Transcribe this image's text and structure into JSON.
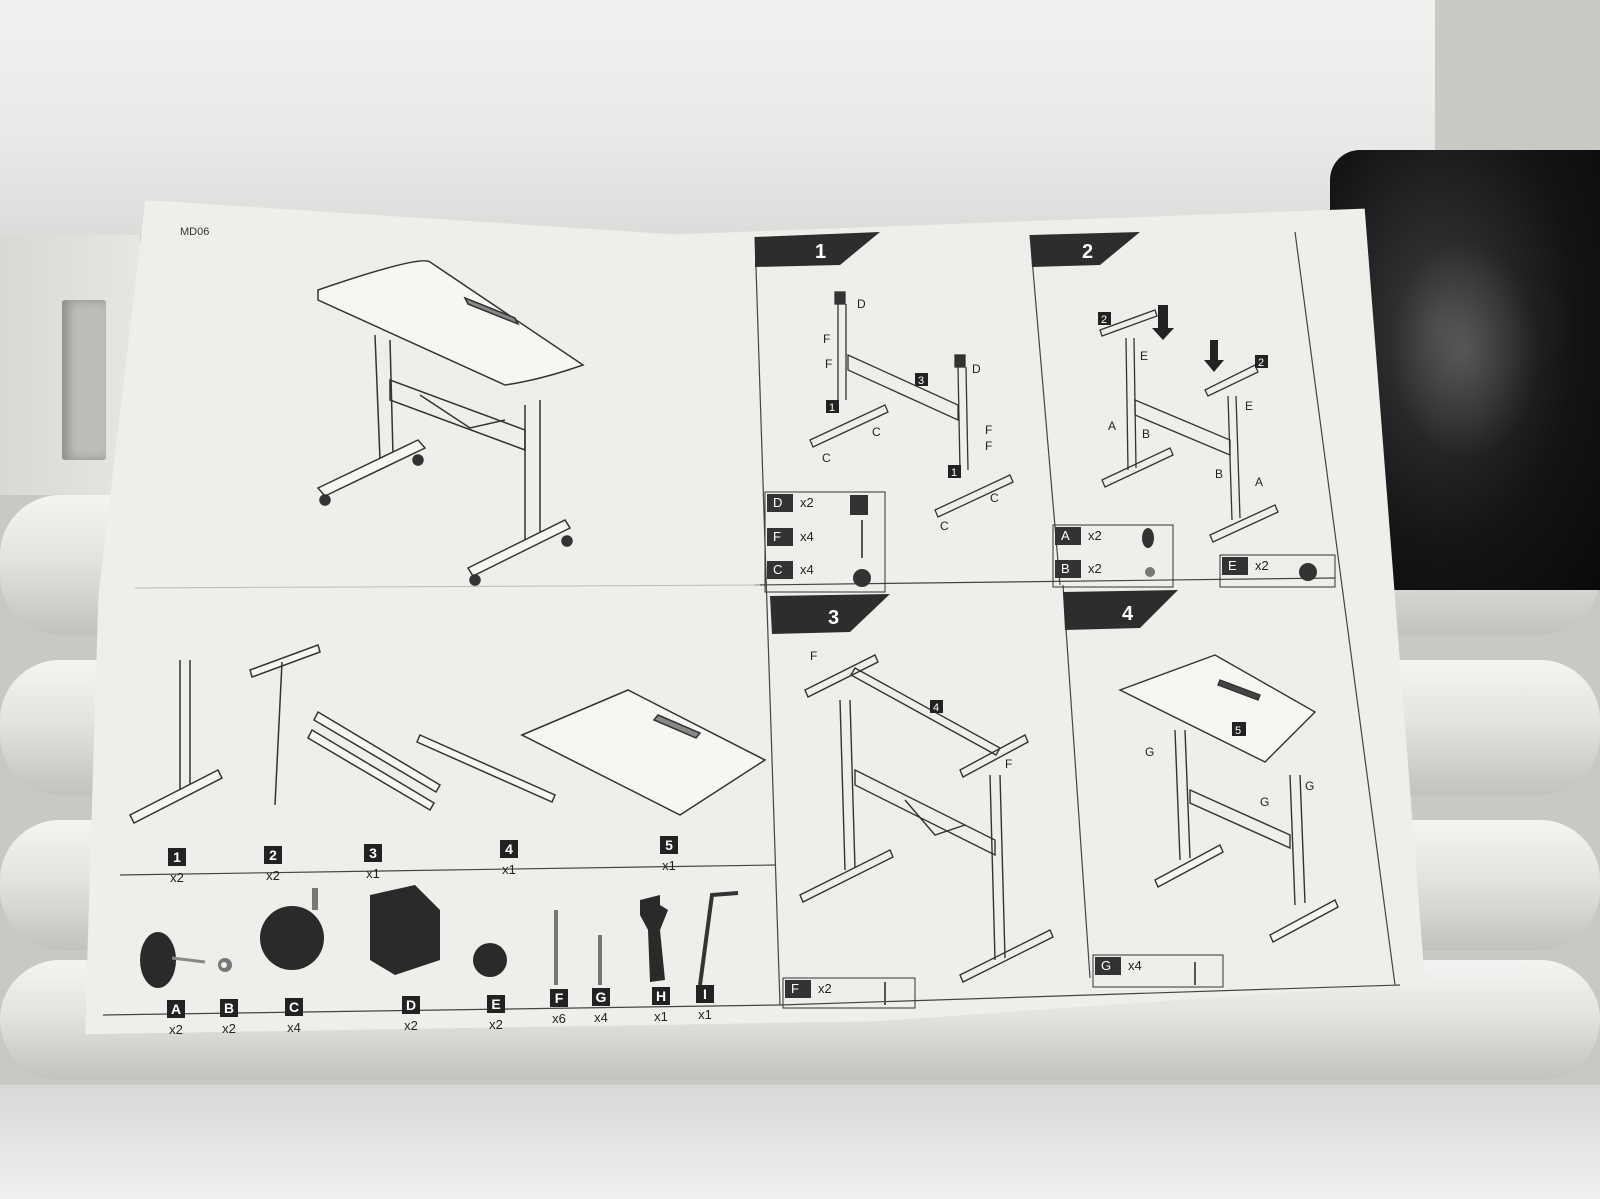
{
  "manual": {
    "model": "MD06",
    "steps": [
      {
        "number": "1"
      },
      {
        "number": "2"
      },
      {
        "number": "3"
      },
      {
        "number": "4"
      }
    ],
    "callouts": {
      "D": "D",
      "F": "F",
      "C": "C",
      "E": "E",
      "A": "A",
      "B": "B",
      "G": "G",
      "n1": "1",
      "n2": "2",
      "n3": "3",
      "n4": "4",
      "n5": "5"
    },
    "step_hardware": {
      "s1": [
        {
          "letter": "D",
          "qty": "x2"
        },
        {
          "letter": "F",
          "qty": "x4"
        },
        {
          "letter": "C",
          "qty": "x4"
        }
      ],
      "s2": [
        {
          "letter": "A",
          "qty": "x2"
        },
        {
          "letter": "B",
          "qty": "x2"
        },
        {
          "letter": "E",
          "qty": "x2"
        }
      ],
      "s3": [
        {
          "letter": "F",
          "qty": "x2"
        }
      ],
      "s4": [
        {
          "letter": "G",
          "qty": "x4"
        }
      ]
    },
    "parts": [
      {
        "label": "1",
        "qty": "x2"
      },
      {
        "label": "2",
        "qty": "x2"
      },
      {
        "label": "3",
        "qty": "x1"
      },
      {
        "label": "4",
        "qty": "x1"
      },
      {
        "label": "5",
        "qty": "x1"
      }
    ],
    "hardware": [
      {
        "label": "A",
        "qty": "x2"
      },
      {
        "label": "B",
        "qty": "x2"
      },
      {
        "label": "C",
        "qty": "x4"
      },
      {
        "label": "D",
        "qty": "x2"
      },
      {
        "label": "E",
        "qty": "x2"
      },
      {
        "label": "F",
        "qty": "x6"
      },
      {
        "label": "G",
        "qty": "x4"
      },
      {
        "label": "H",
        "qty": "x1"
      },
      {
        "label": "I",
        "qty": "x1"
      }
    ]
  }
}
